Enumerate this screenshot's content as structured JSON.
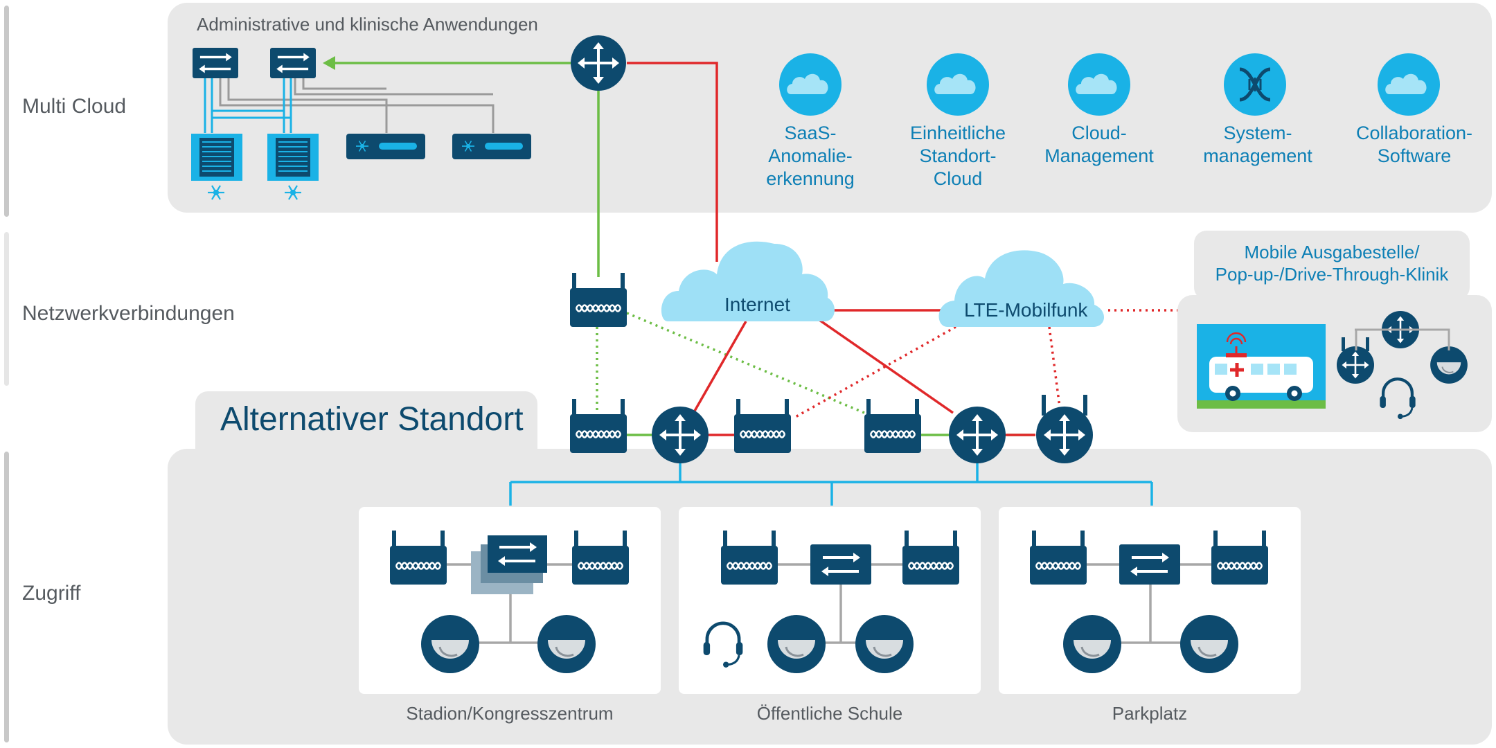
{
  "rows": {
    "multi_cloud": "Multi Cloud",
    "network": "Netzwerkverbindungen",
    "access": "Zugriff"
  },
  "top_panel": {
    "title": "Administrative und klinische Anwendungen"
  },
  "cloud_services": [
    {
      "label": "SaaS-\nAnomalie-\nerkennung",
      "icon": "cloud-icon"
    },
    {
      "label": "Einheitliche\nStandort-\nCloud",
      "icon": "cloud-icon"
    },
    {
      "label": "Cloud-\nManagement",
      "icon": "cloud-icon"
    },
    {
      "label": "System-\nmanagement",
      "icon": "dna-icon"
    },
    {
      "label": "Collaboration-\nSoftware",
      "icon": "cloud-icon"
    }
  ],
  "network": {
    "internet": "Internet",
    "lte": "LTE-Mobilfunk"
  },
  "mobile_clinic": {
    "title": "Mobile Ausgabestelle/\nPop-up-/Drive-Through-Klinik"
  },
  "alt_site": {
    "title": "Alternativer Standort"
  },
  "sites": [
    {
      "label": "Stadion/Kongresszentrum"
    },
    {
      "label": "Öffentliche Schule"
    },
    {
      "label": "Parkplatz"
    }
  ],
  "colors": {
    "device_navy": "#0d4a6e",
    "accent_cyan": "#1ab2e6",
    "wan_red": "#e0282a",
    "green": "#6cbd45",
    "panel_gray": "#e8e8e8",
    "label_blue": "#0d7fb5"
  }
}
